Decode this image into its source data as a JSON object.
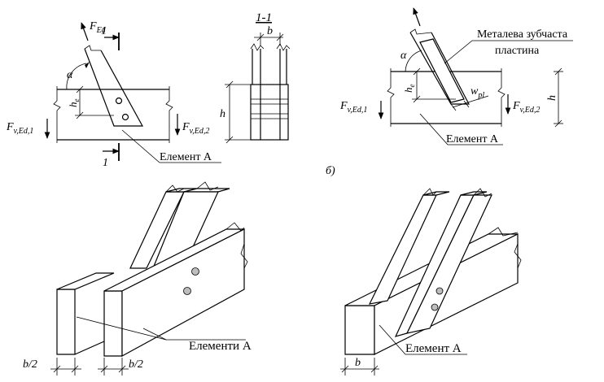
{
  "top_left": {
    "force_F": "F",
    "force_sub": "Ed",
    "section_mark": "1",
    "alpha": "α",
    "he_h": "h",
    "he_sub": "e",
    "fv1_F": "F",
    "fv1_sub": "v,Ed,1",
    "fv2_F": "F",
    "fv2_sub": "v,Ed,2",
    "element_label": "Елемент А"
  },
  "section": {
    "title": "1-1",
    "width_label": "b",
    "height_label": "h"
  },
  "top_right": {
    "plate_label_1": "Металева зубчаста",
    "plate_label_2": "пластина",
    "alpha": "α",
    "he_h": "h",
    "he_sub": "e",
    "wpl_w": "w",
    "wpl_sub": "pl",
    "fv1_F": "F",
    "fv1_sub": "v,Ed,1",
    "fv2_F": "F",
    "fv2_sub": "v,Ed,2",
    "height_label": "h",
    "element_label": "Елемент А",
    "caption": "б)"
  },
  "bottom_left": {
    "elements_label": "Елементи А",
    "b_half_1": "b/2",
    "b_half_2": "b/2"
  },
  "bottom_right": {
    "element_label": "Елемент А",
    "b_label": "b"
  }
}
